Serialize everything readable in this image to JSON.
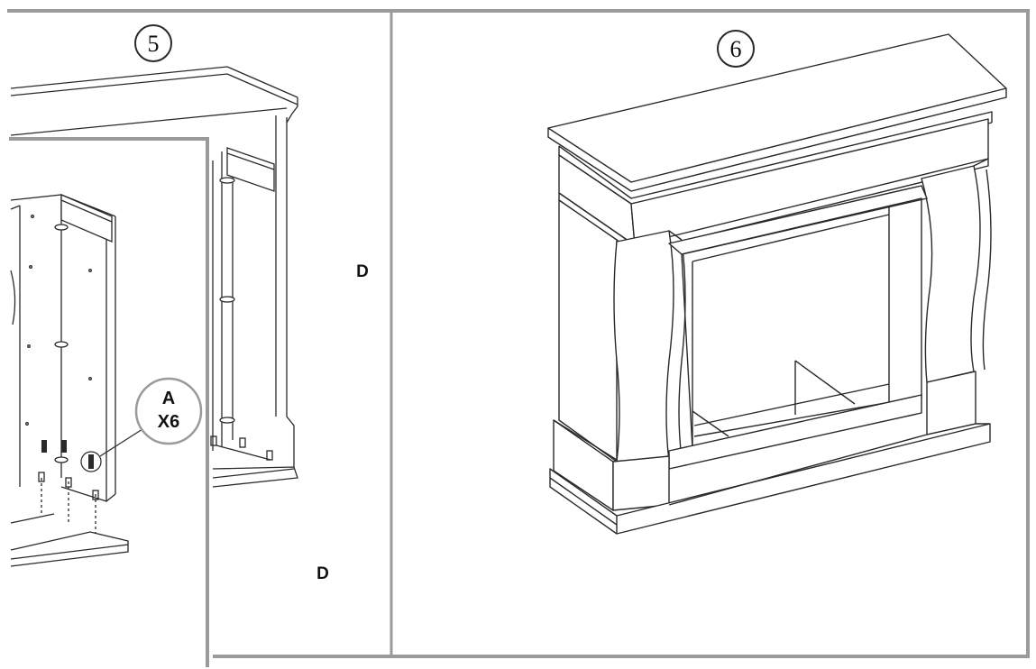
{
  "steps": [
    {
      "number": "5"
    },
    {
      "number": "6"
    }
  ],
  "part_labels": {
    "panel_upper": "D",
    "panel_lower": "D"
  },
  "hardware_callout": {
    "part": "A",
    "quantity": "X6"
  },
  "colors": {
    "frame": "#9a9a9a",
    "line": "#2a2a2a",
    "background": "#ffffff"
  }
}
